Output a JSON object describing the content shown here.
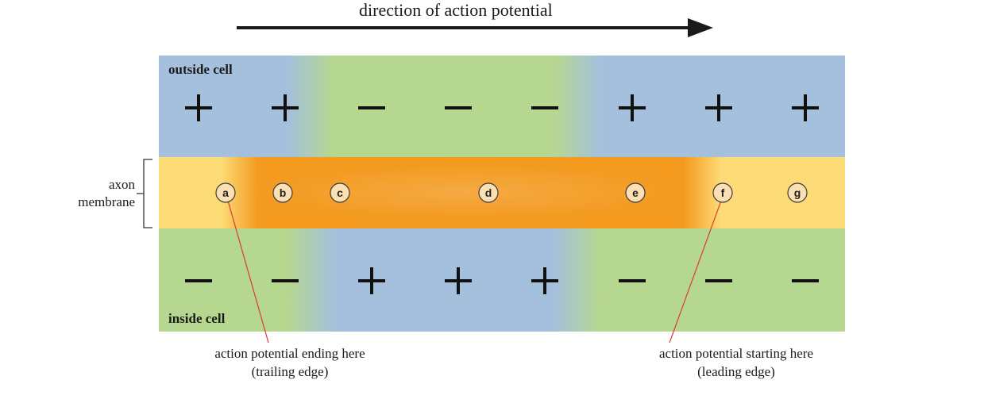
{
  "arrow_label": "direction of action potential",
  "outside_label": "outside cell",
  "inside_label": "inside cell",
  "axon_label": {
    "line1": "axon",
    "line2": "membrane"
  },
  "outside_charges": [
    "+",
    "+",
    "−",
    "−",
    "−",
    "+",
    "+",
    "+"
  ],
  "inside_charges": [
    "−",
    "−",
    "+",
    "+",
    "+",
    "−",
    "−",
    "−"
  ],
  "points": [
    "a",
    "b",
    "c",
    "d",
    "e",
    "f",
    "g"
  ],
  "trailing_label": {
    "line1": "action potential ending here",
    "line2": "(trailing edge)"
  },
  "leading_label": {
    "line1": "action potential starting here",
    "line2": "(leading edge)"
  },
  "colors": {
    "blue": "#a4c0dc",
    "green": "#b6d78f",
    "membrane_light": "#fddc78",
    "membrane_active": "#f39a1f",
    "pointer_line": "#d93b3b",
    "point_fill": "#fbe0b3"
  }
}
